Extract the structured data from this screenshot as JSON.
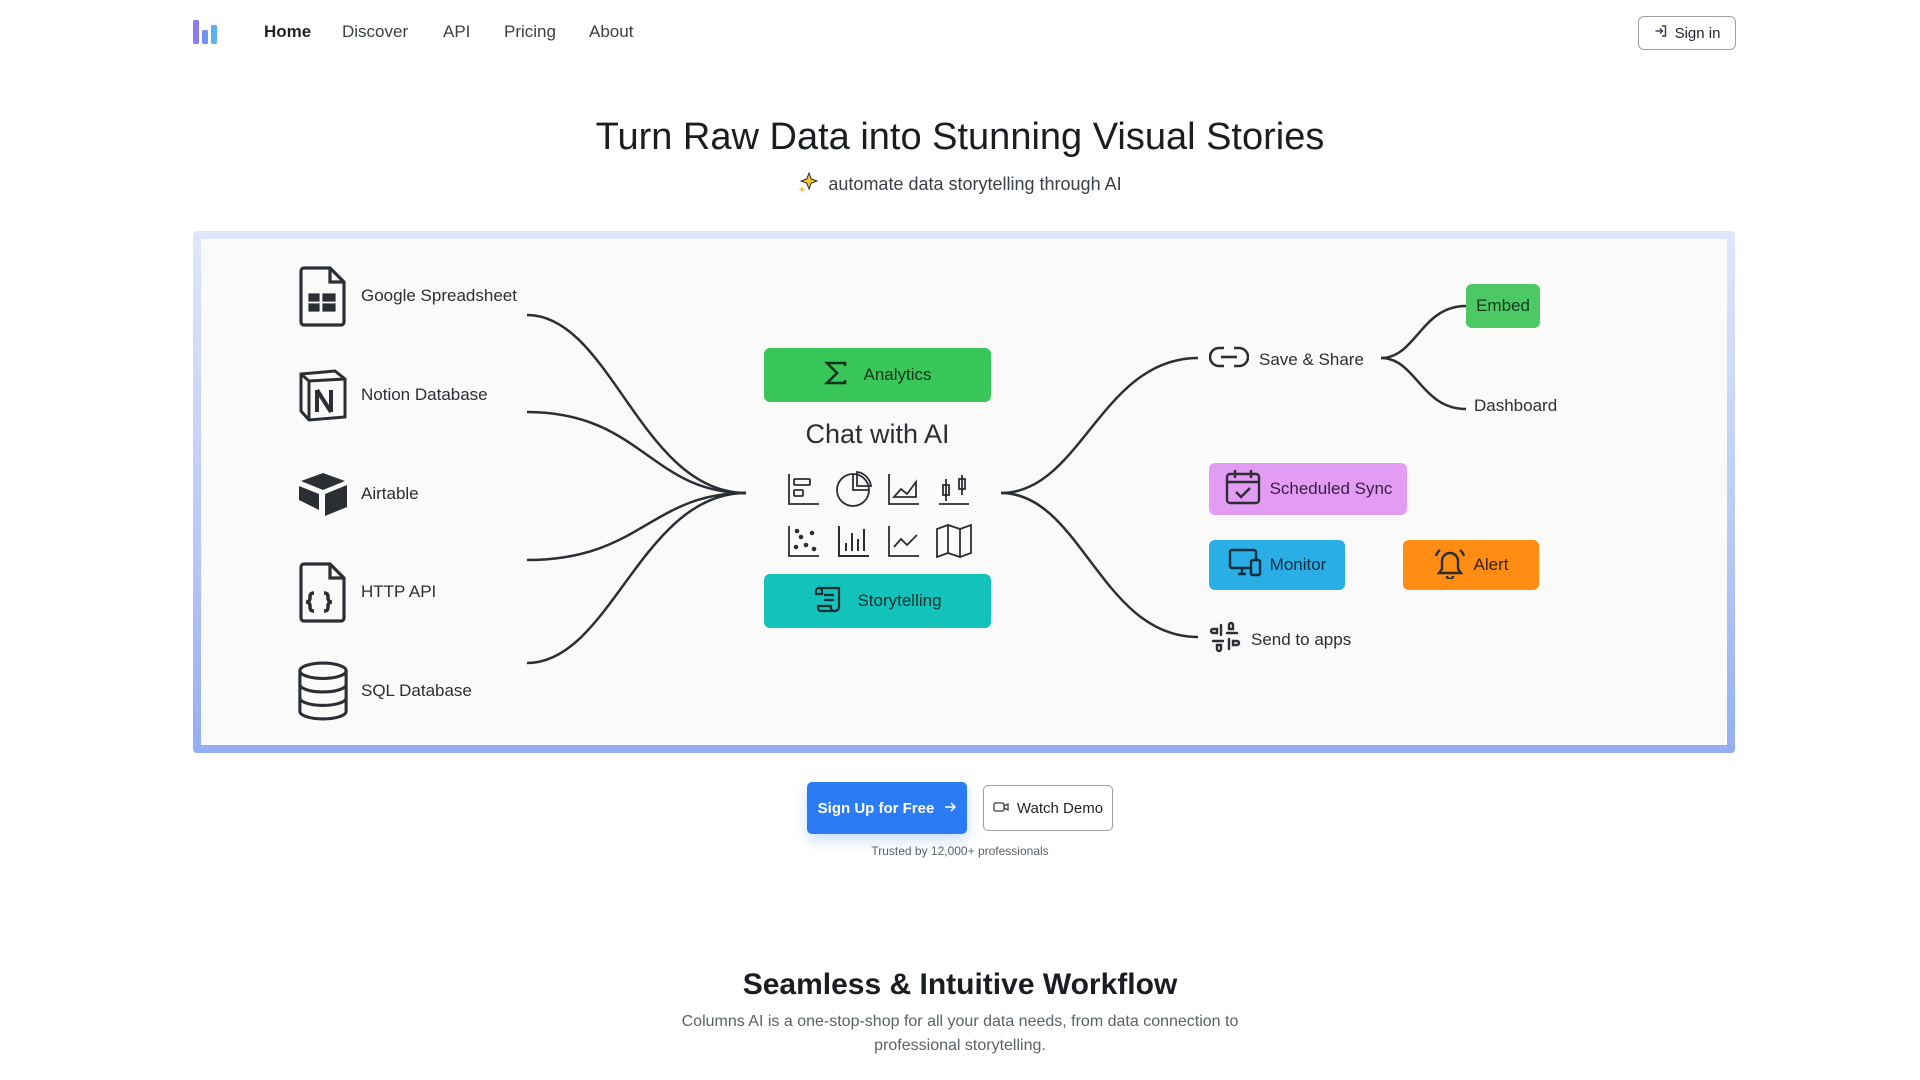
{
  "nav": {
    "logo_icon": "bar-chart-logo-icon",
    "links": [
      {
        "label": "Home",
        "active": true
      },
      {
        "label": "Discover",
        "active": false
      },
      {
        "label": "API",
        "active": false
      },
      {
        "label": "Pricing",
        "active": false
      },
      {
        "label": "About",
        "active": false
      }
    ],
    "signin_label": "Sign in"
  },
  "hero": {
    "title": "Turn Raw Data into Stunning Visual Stories",
    "subtitle": "automate data storytelling through AI",
    "subtitle_icon": "sparkles-icon"
  },
  "diagram": {
    "sources": [
      {
        "label": "Google Spreadsheet",
        "icon": "spreadsheet-icon"
      },
      {
        "label": "Notion Database",
        "icon": "notion-icon"
      },
      {
        "label": "Airtable",
        "icon": "airtable-icon"
      },
      {
        "label": "HTTP API",
        "icon": "json-file-icon"
      },
      {
        "label": "SQL Database",
        "icon": "database-icon"
      }
    ],
    "center": {
      "analytics_label": "Analytics",
      "analytics_color": "#39c75a",
      "chat_title": "Chat with AI",
      "storytelling_label": "Storytelling",
      "storytelling_color": "#14c2bc",
      "chart_icons": [
        "bar-horizontal-icon",
        "pie-chart-icon",
        "area-chart-icon",
        "candlestick-icon",
        "scatter-icon",
        "bar-vertical-icon",
        "line-chart-icon",
        "map-icon"
      ]
    },
    "outputs": {
      "save_share_label": "Save & Share",
      "embed_label": "Embed",
      "embed_color": "#4cc964",
      "dashboard_label": "Dashboard",
      "scheduled_sync_label": "Scheduled Sync",
      "scheduled_sync_color": "#e39cf3",
      "monitor_label": "Monitor",
      "monitor_color": "#2aaee6",
      "alert_label": "Alert",
      "alert_color": "#ff8c13",
      "send_to_apps_label": "Send to apps"
    }
  },
  "cta": {
    "primary_label": "Sign Up for Free",
    "primary_color": "#2a7bf4",
    "secondary_label": "Watch Demo",
    "trusted_text": "Trusted by 12,000+ professionals"
  },
  "workflow": {
    "title": "Seamless & Intuitive Workflow",
    "description": "Columns AI is a one-stop-shop for all your data needs, from data connection to professional storytelling."
  }
}
